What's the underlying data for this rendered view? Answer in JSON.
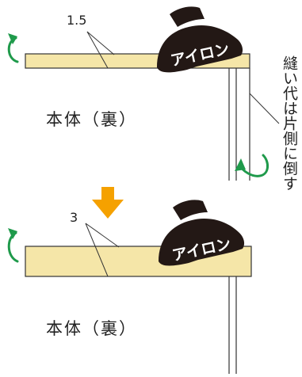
{
  "top": {
    "measure": "1.5",
    "iron_label": "アイロン",
    "body_label": "本体（裏）"
  },
  "bottom": {
    "measure": "3",
    "iron_label": "アイロン",
    "body_label": "本体（裏）"
  },
  "side_note": "縫い代は片側に倒す",
  "colors": {
    "fabric": "#f5e6a8",
    "outline": "#333333",
    "iron": "#231815",
    "arrow_main": "#f5a100",
    "arrow_curl": "#1f9a4b"
  }
}
